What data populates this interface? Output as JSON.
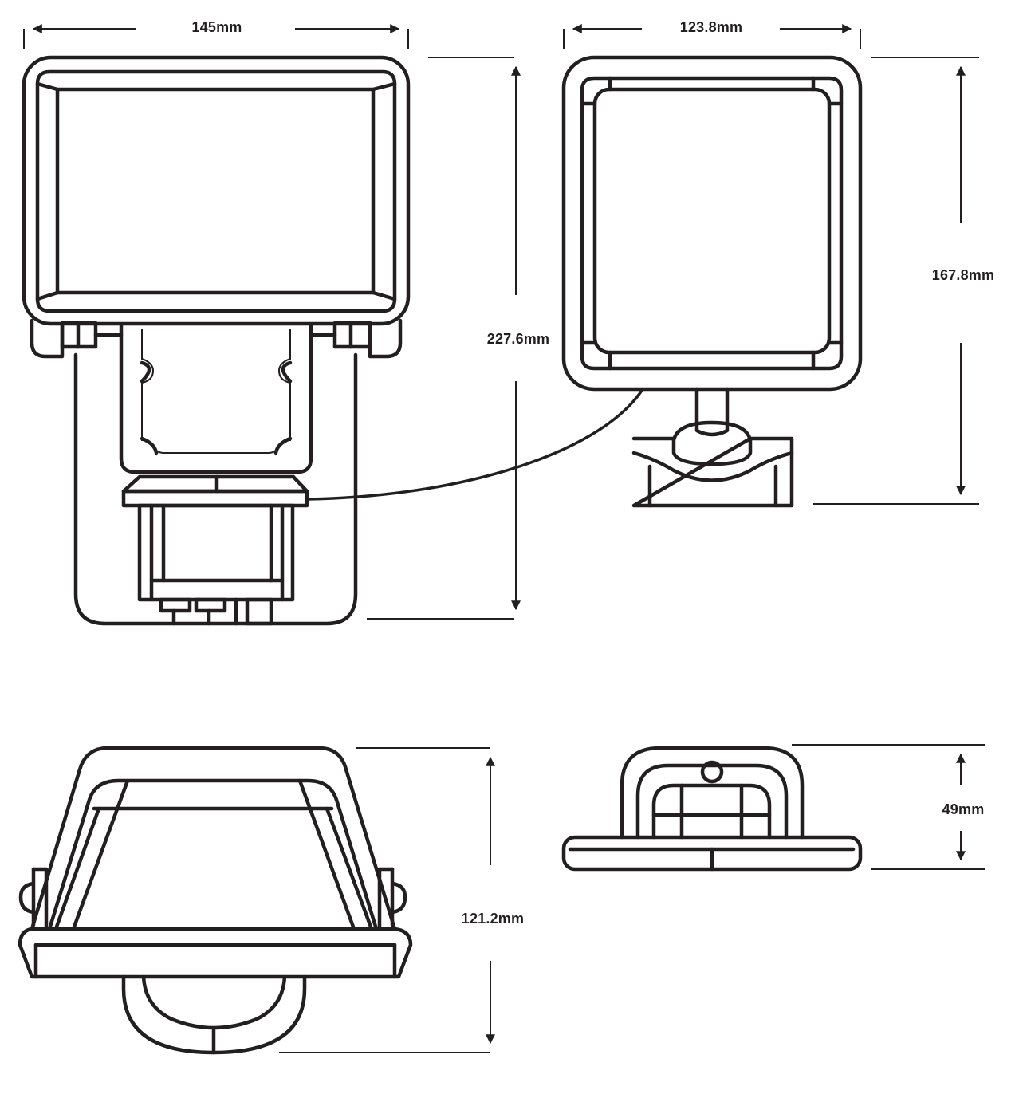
{
  "dimensions": {
    "front_width": "145mm",
    "side_width": "123.8mm",
    "front_height": "227.6mm",
    "side_height": "167.8mm",
    "bottom_depth": "121.2mm",
    "top_height": "49mm"
  },
  "colors": {
    "line": "#231f20",
    "background": "#ffffff"
  }
}
